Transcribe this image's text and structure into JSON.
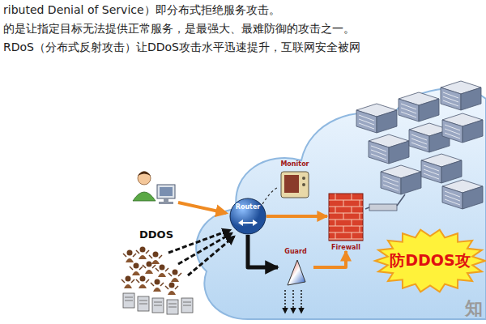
{
  "diagram": {
    "nodes": [
      {
        "text": [
          "Router"
        ]
      },
      {
        "text": [
          "Monitor"
        ]
      },
      {
        "text": [
          "Guard"
        ]
      },
      {
        "text": [
          "Firewall"
        ]
      },
      {
        "text": [
          "防DDOS攻"
        ]
      }
    ],
    "edges": [
      {
        "from": 0,
        "to": 3,
        "arrow": "to"
      },
      {
        "from": 0,
        "to": 2,
        "arrow": "to"
      },
      {
        "from": 2,
        "to": 3,
        "arrow": "to"
      }
    ],
    "labels": [
      "ributed Denial of Service）即分布式拒绝服务攻击。",
      "的是让指定目标无法提供正常服务，是最强大、最难防御的攻击之一。",
      "RDoS（分布式反射攻击）让DDoS攻击水平迅速提升，互联网安全被网",
      "DDOS",
      "知"
    ]
  }
}
